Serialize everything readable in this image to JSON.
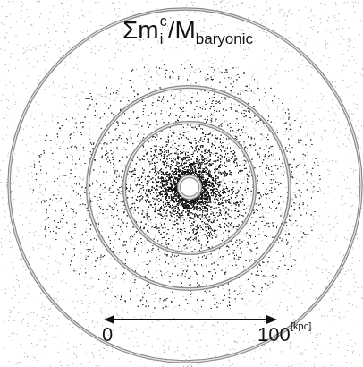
{
  "diagram": {
    "labels": [
      "Σm",
      "i",
      "c",
      "/M",
      "baryonic",
      "0",
      "100",
      "[kpc]"
    ]
  }
}
